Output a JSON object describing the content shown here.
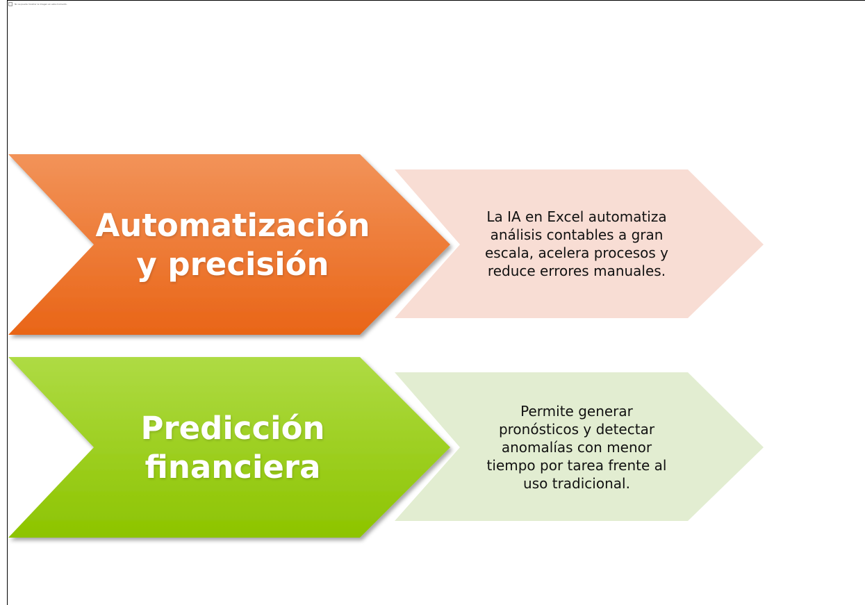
{
  "placeholder_notice": "No se puede mostrar la imagen en este momento.",
  "rows": [
    {
      "title": "Automatización\ny precisión",
      "description": "La IA en Excel automatiza\nanálisis contables a gran\nescala, acelera procesos y\nreduce errores manuales.",
      "title_color_top": "#F29359",
      "title_color_bottom": "#E96517",
      "desc_color": "#F8DDD4"
    },
    {
      "title": "Predicción\nfinanciera",
      "description": "Permite generar\npronósticos y detectar\nanomalías con menor\ntiempo por tarea frente al\nuso tradicional.",
      "title_color_top": "#AEDB44",
      "title_color_bottom": "#8DC400",
      "desc_color": "#E2EDD1"
    }
  ]
}
